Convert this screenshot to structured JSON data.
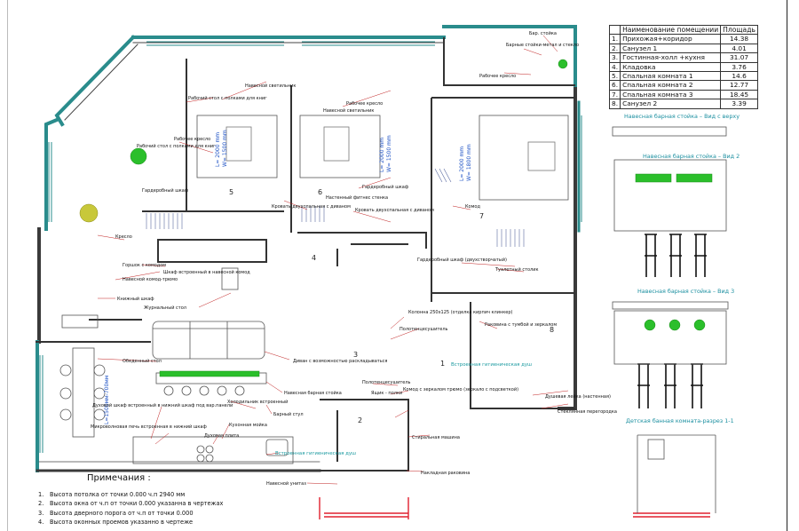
{
  "room_table": {
    "header_name": "Наименование помещении",
    "header_area": "Площадь",
    "rows": [
      {
        "no": "1.",
        "name": "Прихожая+коридор",
        "area": "14.38"
      },
      {
        "no": "2.",
        "name": "Санузел 1",
        "area": "4.01"
      },
      {
        "no": "3.",
        "name": "Гостинная-холл +кухня",
        "area": "31.07"
      },
      {
        "no": "4.",
        "name": "Кладовка",
        "area": "3.76"
      },
      {
        "no": "5.",
        "name": "Спальная комната 1",
        "area": "14.6"
      },
      {
        "no": "6.",
        "name": "Спальная комната 2",
        "area": "12.77"
      },
      {
        "no": "7.",
        "name": "Спальная комната 3",
        "area": "18.45"
      },
      {
        "no": "8.",
        "name": "Санузел 2",
        "area": "3.39"
      }
    ]
  },
  "view_titles": {
    "top": "Навесная барная стойка – Вид с верху",
    "view2": "Навесная барная стойка – Вид 2",
    "view3": "Навесная барная стойка – Вид 3",
    "section": "Детская банная комната-разрез 1-1"
  },
  "notes": {
    "heading": "Примечания :",
    "items": [
      {
        "no": "1.",
        "text": "Высота потолка от точки 0.000 ч.п 2940 мм"
      },
      {
        "no": "2.",
        "text": "Высота окна от ч.п от точки 0.000 указанна в чертежах"
      },
      {
        "no": "3.",
        "text": "Высота дверного порога от ч.п от точки 0.000"
      },
      {
        "no": "4.",
        "text": "Высота оконных проемов указанно в чертеже"
      }
    ]
  },
  "room_numbers": [
    "1",
    "2",
    "3",
    "4",
    "5",
    "6",
    "7",
    "8"
  ],
  "dimensions": {
    "bed1_l": "L= 2000 mm",
    "bed1_w": "W= 1500 mm",
    "bed2_l": "L= 2000 mm",
    "bed2_w": "W= 1500 mm",
    "bed3_l": "L= 2000 mm",
    "bed3_w": "W= 1800 mm",
    "table": "L=1500мм-700мм"
  },
  "labels": {
    "bar_counter_top": "Бар. стойка",
    "bar_stools": "Барные стойки-метал и стекло",
    "work_chair_top": "Рабочее кресло",
    "work_desk1": "Рабочий стол с полками для книг",
    "hanging_lamp1": "Навесной светильник",
    "work_chair1": "Рабочее кресло",
    "work_desk2": "Рабочий стол с полками для книг",
    "work_chair2": "Рабочее кресло",
    "hanging_lamp2": "Навесной светильник",
    "wardrobe1": "Гардеробный шкаф",
    "bed_double1": "Кровать двухспальная с диваном",
    "wardrobe2": "Гардеробный шкаф",
    "hanging_fitness": "Настенный фитнес стенка",
    "bed_double2": "Кровать двухспальная с диваном",
    "dresser": "Комод",
    "armchair": "Кресло",
    "plant_pot": "Горшок с комодом",
    "hanging_dresser": "Навесной комод-трюмо",
    "builtin_wardrobe": "Шкаф встроенный в навесной комод",
    "bookshelf": "Книжный шкаф",
    "coffee_table": "Журнальный стол",
    "wardrobe_two_door": "Гардеробный шкаф (двухстворчатый)",
    "toilet_stand": "Туалетный столик",
    "column": "Колонна 250х125 (отделка кирпич клинкер)",
    "towel_dryer": "Полотенцесушитель",
    "sink_cabinet": "Раковина с тумбой и зеркалом",
    "dining_table": "Обеденный стол",
    "sofa": "Диван с возможностью раскладываться",
    "hanging_bar": "Навесная барная стойка",
    "towel_dryer2": "Полотенцесушитель",
    "builtin_fridge": "Холодильник встроенный",
    "bar_chair": "Барный стул",
    "dresser_mirror": "Комод с зеркалом трюмо (зеркало с подсветкой)",
    "shower_tray": "Душевая лейка (настенная)",
    "glass_partition": "Стеклянная перегородка",
    "oven": "Духовой шкаф встроенный в нижний шкаф под вар.панели",
    "microwave": "Микроволновая печь встроенная в нижний шкаф",
    "cooktop": "Духовая плита",
    "kitchen_sink": "Кухонная мойка",
    "builtin_glass": "Встроенная гигиеническая душ",
    "builtin_glass2": "Встроенная гигиеническая душ",
    "box": "Ящик - полки",
    "washing_machine": "Стиральная машина",
    "hanging_toilet": "Навесной унитаз",
    "countertop_sink": "Накладная раковина"
  },
  "colors": {
    "wall_teal": "#2a8c8c",
    "wall_dark": "#3a3a3a",
    "plant_green": "#2bbf2b",
    "dim_blue": "#1a4fc4",
    "window_red": "#e0202e",
    "accent_pink": "#e06060"
  }
}
